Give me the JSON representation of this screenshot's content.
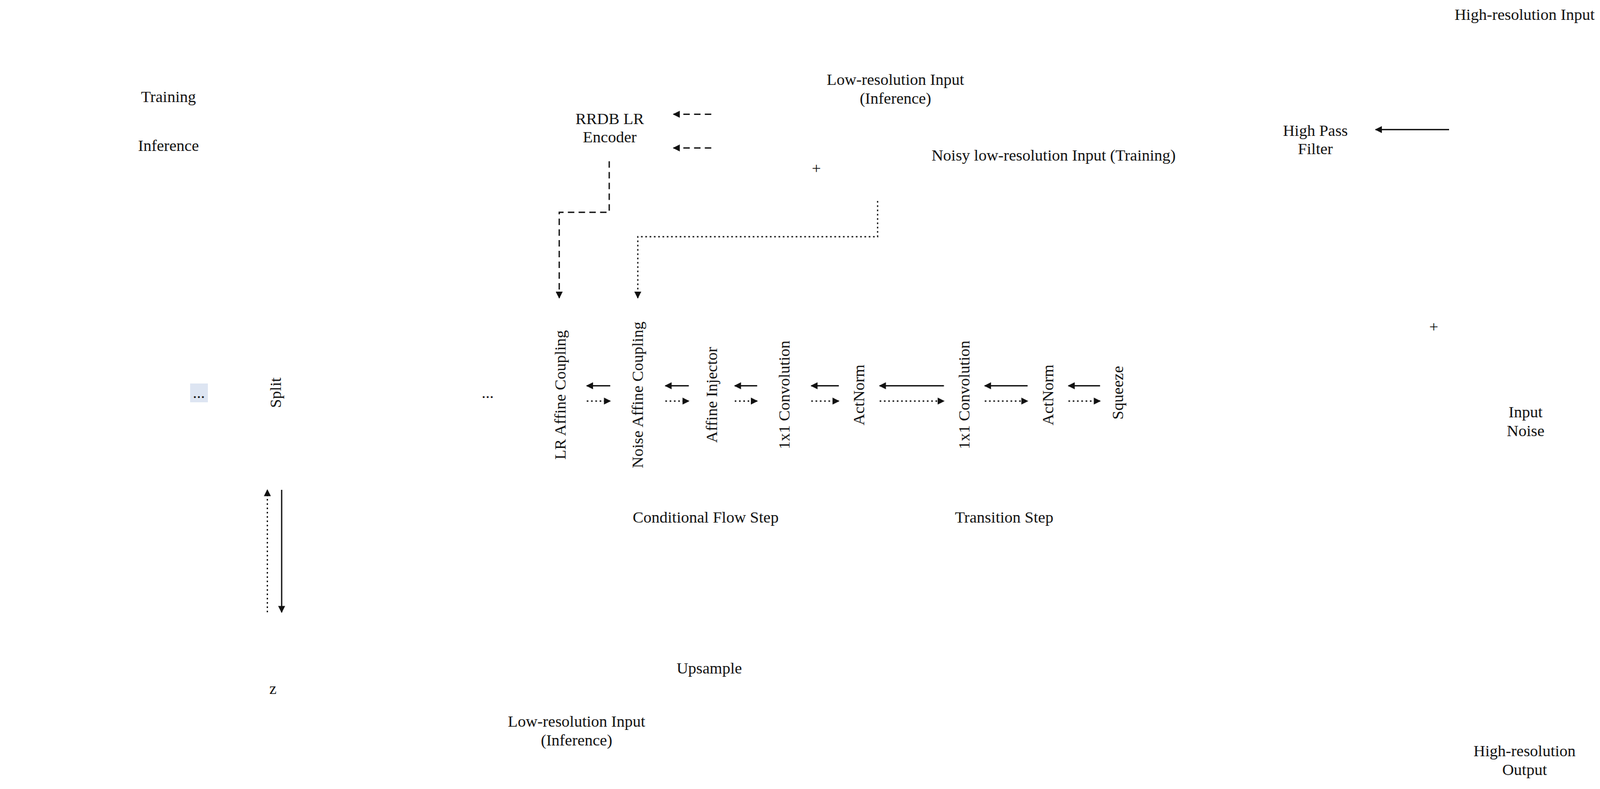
{
  "diagram": {
    "nodes": [
      {
        "text": [
          "Low-resolution Input (Inference)"
        ]
      },
      {
        "text": [
          "RRDB LR Encoder"
        ]
      },
      {
        "text": [
          "Noisy low-resolution Input (Training)"
        ]
      },
      {
        "text": [
          "High-resolution Input"
        ]
      },
      {
        "text": [
          "High Pass Filter"
        ]
      },
      {
        "text": [
          "Split"
        ]
      },
      {
        "text": [
          "Conditional Flow Step"
        ]
      },
      {
        "text": [
          "LR Affine Coupling"
        ],
        "in": 6
      },
      {
        "text": [
          "Noise Affine Coupling"
        ],
        "in": 6
      },
      {
        "text": [
          "Affine Injector"
        ],
        "in": 6
      },
      {
        "text": [
          "1x1 Convolution"
        ],
        "in": 6
      },
      {
        "text": [
          "ActNorm"
        ],
        "in": 6
      },
      {
        "text": [
          "Transition Step"
        ]
      },
      {
        "text": [
          "1x1 Convolution"
        ],
        "in": 12
      },
      {
        "text": [
          "ActNorm"
        ],
        "in": 12
      },
      {
        "text": [
          "Squeeze"
        ]
      },
      {
        "text": [
          "Input Noise"
        ]
      },
      {
        "text": [
          "z"
        ]
      },
      {
        "text": [
          "Low-resolution Input (Inference)"
        ]
      },
      {
        "text": [
          "Upsample"
        ]
      },
      {
        "text": [
          "High-resolution Output"
        ]
      }
    ],
    "edges": [
      {
        "from": 0,
        "to": 1,
        "arrow": "to"
      },
      {
        "from": 2,
        "to": 1,
        "arrow": "to"
      },
      {
        "from": 1,
        "to": 7,
        "arrow": "to"
      },
      {
        "from": 2,
        "to": 8,
        "arrow": "to"
      },
      {
        "from": 3,
        "to": 4,
        "arrow": "to"
      },
      {
        "from": 5,
        "to": 17,
        "arrow": "to"
      },
      {
        "from": 17,
        "to": 5,
        "arrow": "to"
      },
      {
        "from": 15,
        "to": 14,
        "arrow": "to"
      },
      {
        "from": 14,
        "to": 13,
        "arrow": "to"
      },
      {
        "from": 13,
        "to": 11,
        "arrow": "to"
      },
      {
        "from": 11,
        "to": 10,
        "arrow": "to"
      },
      {
        "from": 10,
        "to": 9,
        "arrow": "to"
      },
      {
        "from": 9,
        "to": 8,
        "arrow": "to"
      },
      {
        "from": 8,
        "to": 7,
        "arrow": "to"
      },
      {
        "from": 7,
        "to": 8,
        "arrow": "to"
      },
      {
        "from": 8,
        "to": 9,
        "arrow": "to"
      },
      {
        "from": 9,
        "to": 10,
        "arrow": "to"
      },
      {
        "from": 10,
        "to": 11,
        "arrow": "to"
      },
      {
        "from": 11,
        "to": 13,
        "arrow": "to"
      },
      {
        "from": 13,
        "to": 14,
        "arrow": "to"
      },
      {
        "from": 14,
        "to": 15,
        "arrow": "to"
      }
    ],
    "labels": [
      "...",
      "...",
      "+",
      "+"
    ],
    "legend": [
      {
        "text": "Training"
      },
      {
        "text": "Inference"
      }
    ]
  }
}
